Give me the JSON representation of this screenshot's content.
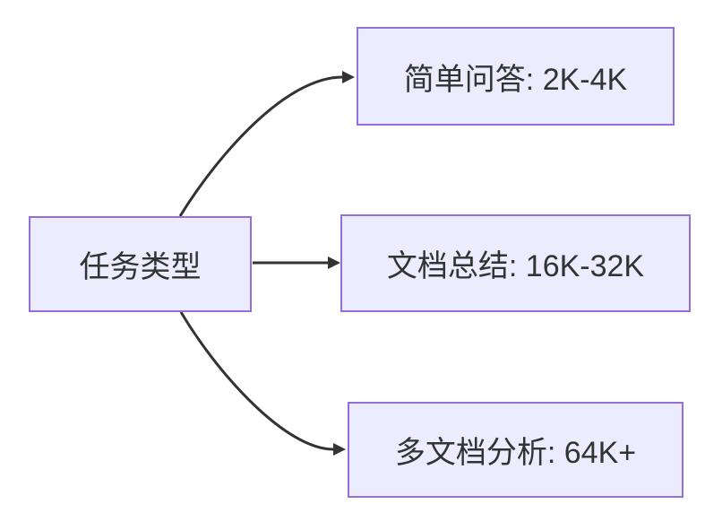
{
  "diagram": {
    "type": "flowchart-left-to-right",
    "root": {
      "label": "任务类型"
    },
    "branches": [
      {
        "label": "简单问答: 2K-4K"
      },
      {
        "label": "文档总结: 16K-32K"
      },
      {
        "label": "多文档分析: 64K+"
      }
    ],
    "edges": [
      {
        "from": "任务类型",
        "to": "简单问答: 2K-4K",
        "style": "curved-up-arrow"
      },
      {
        "from": "任务类型",
        "to": "文档总结: 16K-32K",
        "style": "straight-arrow"
      },
      {
        "from": "任务类型",
        "to": "多文档分析: 64K+",
        "style": "curved-down-arrow"
      }
    ],
    "colors": {
      "background": "#FFFFFF",
      "node_fill": "#ECECFF",
      "node_border": "#9370DB",
      "edge": "#333333",
      "text": "#333333"
    }
  }
}
